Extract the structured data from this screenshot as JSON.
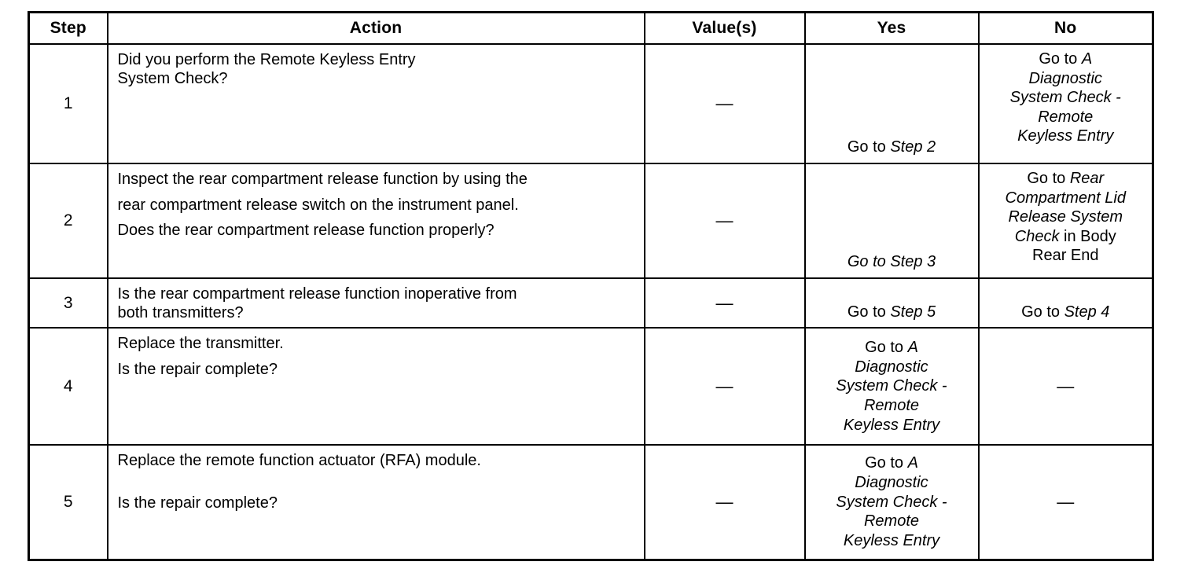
{
  "table": {
    "name": "remote-keyless-entry-rear-compartment-release-diagnostic-table",
    "columns": [
      {
        "key": "step",
        "label": "Step"
      },
      {
        "key": "action",
        "label": "Action"
      },
      {
        "key": "value",
        "label": "Value(s)"
      },
      {
        "key": "yes",
        "label": "Yes"
      },
      {
        "key": "no",
        "label": "No"
      }
    ],
    "dash": "—",
    "rows": [
      {
        "step": "1",
        "action_lines": [
          "Did you perform the Remote Keyless Entry",
          "System Check?"
        ],
        "value": "—",
        "yes_lines": [
          {
            "roman": "Go to ",
            "italic": "Step 2"
          }
        ],
        "no_lines": [
          {
            "roman": "Go to ",
            "italic": "A"
          },
          {
            "roman": "",
            "italic": "Diagnostic"
          },
          {
            "roman": "",
            "italic": "System Check -"
          },
          {
            "roman": "",
            "italic": "Remote"
          },
          {
            "roman": "",
            "italic": "Keyless Entry"
          }
        ]
      },
      {
        "step": "2",
        "action_lines": [
          "Inspect the rear compartment release function by using the",
          "rear compartment release switch on the instrument panel.",
          "Does the rear compartment release function properly?"
        ],
        "value": "—",
        "yes_lines": [
          {
            "roman": "",
            "italic": "Go to Step  3"
          }
        ],
        "no_lines": [
          {
            "roman": "Go to ",
            "italic": "Rear"
          },
          {
            "roman": "",
            "italic": "Compartment Lid"
          },
          {
            "roman": "",
            "italic": "Release System"
          },
          {
            "roman": "",
            "italic": "Check",
            "trail": " in Body"
          },
          {
            "roman": "Rear End",
            "italic": ""
          }
        ]
      },
      {
        "step": "3",
        "action_lines": [
          "Is the rear compartment release function inoperative from",
          "both transmitters?"
        ],
        "value": "—",
        "yes_lines": [
          {
            "roman": "Go to ",
            "italic": "Step 5"
          }
        ],
        "no_lines": [
          {
            "roman": "Go to ",
            "italic": "Step 4"
          }
        ]
      },
      {
        "step": "4",
        "action_lines": [
          "Replace the transmitter.",
          "Is the repair complete?"
        ],
        "value": "—",
        "yes_lines": [
          {
            "roman": "Go to ",
            "italic": "A"
          },
          {
            "roman": "",
            "italic": "Diagnostic"
          },
          {
            "roman": "",
            "italic": "System Check -"
          },
          {
            "roman": "",
            "italic": "Remote"
          },
          {
            "roman": "",
            "italic": "Keyless Entry"
          }
        ],
        "no_lines": [
          {
            "roman": "—",
            "italic": ""
          }
        ]
      },
      {
        "step": "5",
        "action_lines": [
          "Replace the remote function actuator (RFA) module.",
          "Is the repair complete?"
        ],
        "value": "—",
        "yes_lines": [
          {
            "roman": "Go to ",
            "italic": "A"
          },
          {
            "roman": "",
            "italic": "Diagnostic"
          },
          {
            "roman": "",
            "italic": "System Check -"
          },
          {
            "roman": "",
            "italic": "Remote"
          },
          {
            "roman": "",
            "italic": "Keyless Entry"
          }
        ],
        "no_lines": [
          {
            "roman": "—",
            "italic": ""
          }
        ]
      }
    ]
  },
  "colors": {
    "background": "#ffffff",
    "text": "#000000",
    "border": "#000000"
  }
}
